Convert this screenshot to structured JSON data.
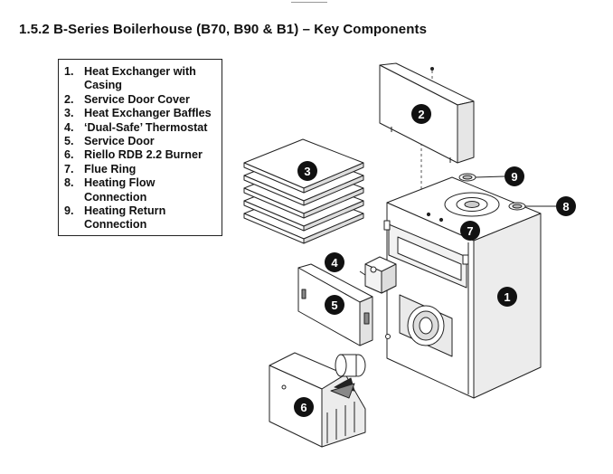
{
  "heading": "1.5.2  B-Series Boilerhouse (B70, B90 & B1) – Key Components",
  "legend": [
    {
      "num": "1.",
      "text": "Heat Exchanger with Casing"
    },
    {
      "num": "2.",
      "text": "Service Door Cover"
    },
    {
      "num": "3.",
      "text": "Heat Exchanger Baffles"
    },
    {
      "num": "4.",
      "text": "‘Dual-Safe’ Thermostat"
    },
    {
      "num": "5.",
      "text": "Service Door"
    },
    {
      "num": "6.",
      "text": "Riello RDB 2.2 Burner"
    },
    {
      "num": "7.",
      "text": "Flue Ring"
    },
    {
      "num": "8.",
      "text": "Heating Flow Connection"
    },
    {
      "num": "9.",
      "text": "Heating Return Connection"
    }
  ],
  "callouts": {
    "c1": "1",
    "c2": "2",
    "c3": "3",
    "c4": "4",
    "c5": "5",
    "c6": "6",
    "c7": "7",
    "c8": "8",
    "c9": "9"
  }
}
